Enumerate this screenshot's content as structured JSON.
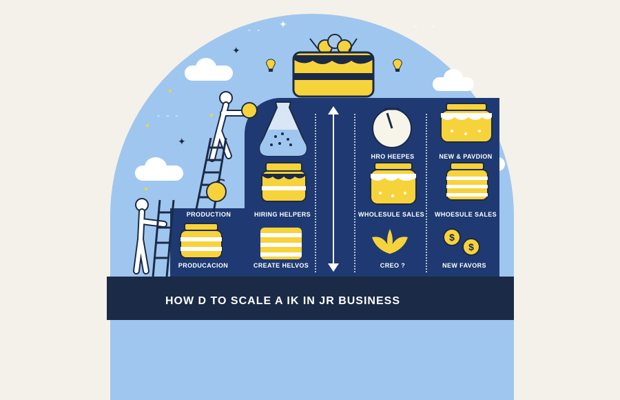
{
  "title": "HOW D TO SCALE A  IK IN JR BUSINESS",
  "colors": {
    "sky": "#9fc6ee",
    "panel": "#1f3a72",
    "bar": "#1b2a46",
    "accent_yellow": "#f7d33b",
    "background": "#f3f1e9"
  },
  "columns": [
    {
      "top_label": "PRODUCTION",
      "bottom_label": "PRODUCACION",
      "icon": "jar-icon"
    },
    {
      "top_label": "HIRING HELPERS",
      "bottom_label": "CREATE HELVOS",
      "icon": "jar-icon"
    },
    {
      "top_label": "HRO HEEPES",
      "bottom_label": "WHOLESULE SALES",
      "extra_label": "CREO ?",
      "icon": "clock-icon"
    },
    {
      "top_label": "NEW & PAVDION",
      "bottom_label": "WHOESULE SALES",
      "extra_label": "NEW FAVORS",
      "icon": "coins-icon"
    }
  ],
  "icons": [
    "cake-icon",
    "person-icon",
    "ladder-icon",
    "flask-icon",
    "arrow-updown-icon",
    "leaf-icon",
    "lightbulb-icon",
    "cloud-icon",
    "sparkle-icon"
  ]
}
